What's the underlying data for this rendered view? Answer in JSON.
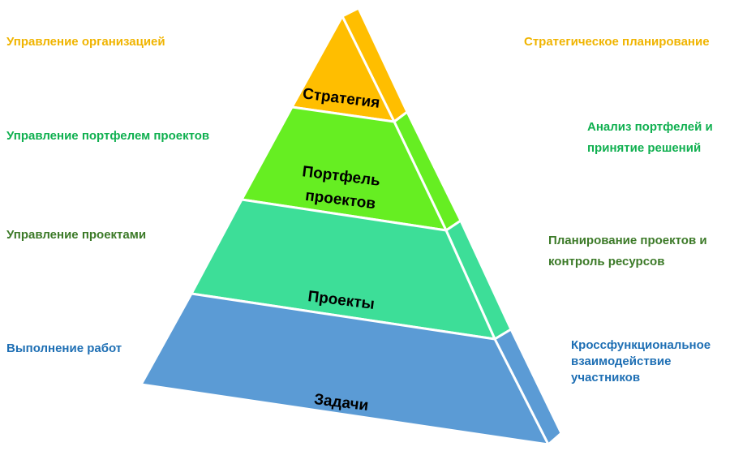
{
  "colors": {
    "strategy": "#FFBE00",
    "portfolio": "#66EE22",
    "projects": "#3DDE98",
    "tasks": "#5B9BD5",
    "label_yellow": "#F0B400",
    "label_green": "#10B050",
    "label_darkgreen": "#3C7A28",
    "label_blue": "#1E6FB4"
  },
  "pyramid": {
    "tiers": [
      {
        "id": "strategy",
        "label": "Стратегия"
      },
      {
        "id": "portfolio",
        "label_line1": "Портфель",
        "label_line2": "проектов"
      },
      {
        "id": "projects",
        "label": "Проекты"
      },
      {
        "id": "tasks",
        "label": "Задачи"
      }
    ]
  },
  "left_labels": [
    "Управление организацией",
    "Управление портфелем проектов",
    "Управление проектами",
    "Выполнение работ"
  ],
  "right_labels": {
    "strategy": [
      "Стратегическое планирование"
    ],
    "portfolio": [
      "Анализ портфелей и",
      "принятие решений"
    ],
    "projects": [
      "Планирование проектов и",
      "контроль ресурсов"
    ],
    "tasks": [
      "Кроссфункциональное",
      "взаимодействие",
      "участников"
    ]
  }
}
